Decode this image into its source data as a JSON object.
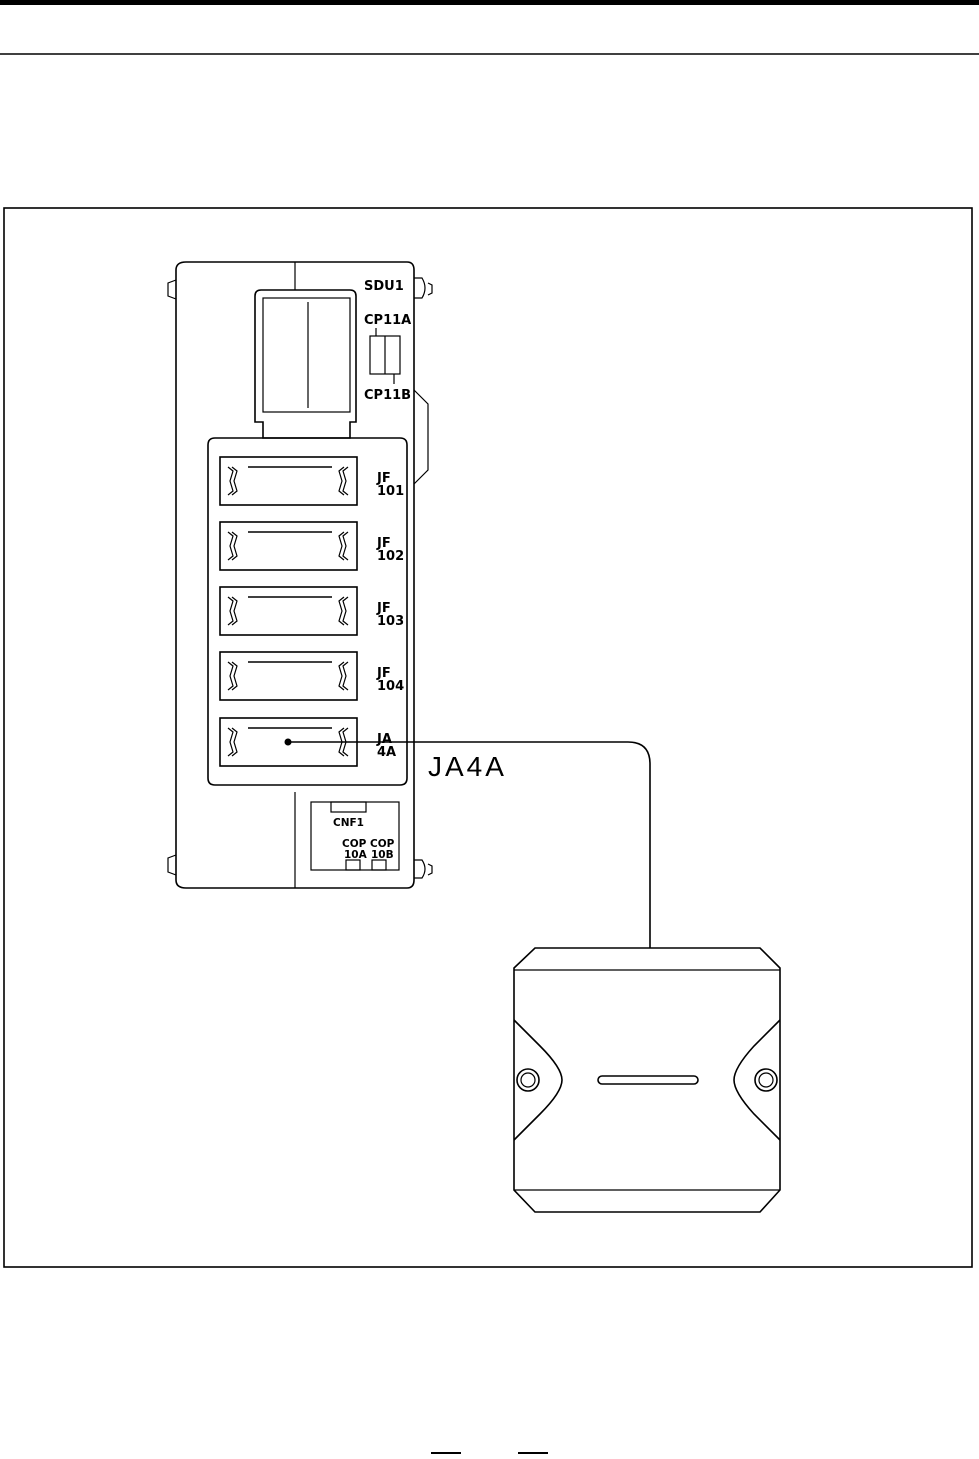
{
  "diagram": {
    "unit_label": "SDU1",
    "cp11a_label": "CP11A",
    "cp11b_label": "CP11B",
    "connectors": [
      {
        "line1": "JF",
        "line2": "101"
      },
      {
        "line1": "JF",
        "line2": "102"
      },
      {
        "line1": "JF",
        "line2": "103"
      },
      {
        "line1": "JF",
        "line2": "104"
      },
      {
        "line1": "JA",
        "line2": "4A"
      }
    ],
    "cnf1_label": "CNF1",
    "cop10a_line1": "COP",
    "cop10a_line2": "10A",
    "cop10b_line1": "COP",
    "cop10b_line2": "10B",
    "cable_label": "JA4A"
  },
  "colors": {
    "stroke": "#000000",
    "background": "#ffffff"
  }
}
